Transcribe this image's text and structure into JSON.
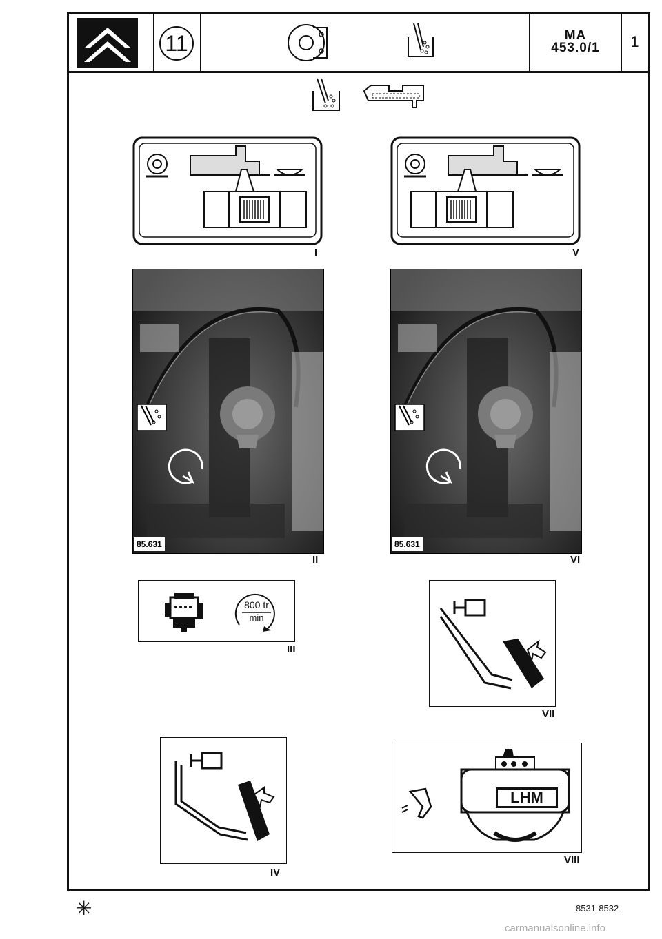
{
  "header": {
    "chapter_number": "11",
    "reference_line1": "MA",
    "reference_line2": "453.0/1",
    "page_number": "1"
  },
  "figures": [
    {
      "id": "I",
      "label": "I"
    },
    {
      "id": "II",
      "label": "II",
      "photo_tag": "85.631"
    },
    {
      "id": "III",
      "label": "III",
      "speed_value": "800 tr",
      "speed_unit": "min"
    },
    {
      "id": "IV",
      "label": "IV"
    },
    {
      "id": "V",
      "label": "V"
    },
    {
      "id": "VI",
      "label": "VI",
      "photo_tag": "85.631"
    },
    {
      "id": "VII",
      "label": "VII"
    },
    {
      "id": "VIII",
      "label": "VIII",
      "reservoir_text": "LHM"
    }
  ],
  "footer": {
    "symbol": "✳",
    "code": "8531-8532",
    "watermark": "carmanualsonline.info"
  }
}
